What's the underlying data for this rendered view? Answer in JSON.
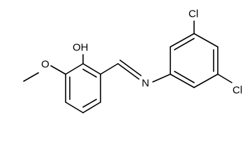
{
  "atoms": {
    "hydroxyl": "OH",
    "ether_oxygen": "O",
    "imine_nitrogen": "N",
    "chlorine_top": "Cl",
    "chlorine_bottom": "Cl"
  },
  "colors": {
    "bond": "#000000",
    "label": "#000000",
    "background": "#ffffff"
  }
}
